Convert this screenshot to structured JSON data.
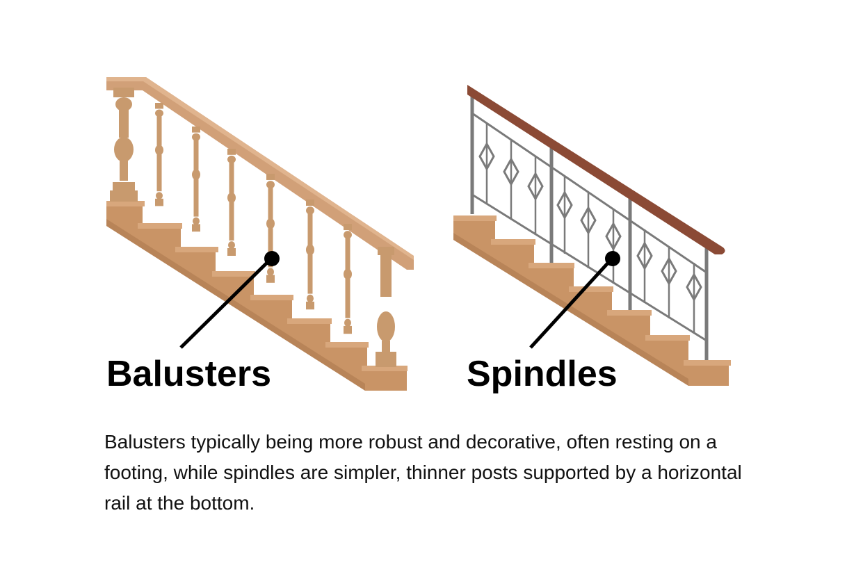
{
  "labels": {
    "balusters": "Balusters",
    "spindles": "Spindles"
  },
  "caption": "Balusters typically being more robust and decorative, often resting on a footing, while spindles are simpler, thinner posts supported by a horizontal rail at the bottom.",
  "colors": {
    "wood_light": "#d8a77c",
    "wood_mid": "#c99466",
    "wood_dark": "#a8734a",
    "baluster": "#c89a6e",
    "metal": "#7a7a7a",
    "handrail_brown": "#8b4a35",
    "pointer": "#000000"
  }
}
